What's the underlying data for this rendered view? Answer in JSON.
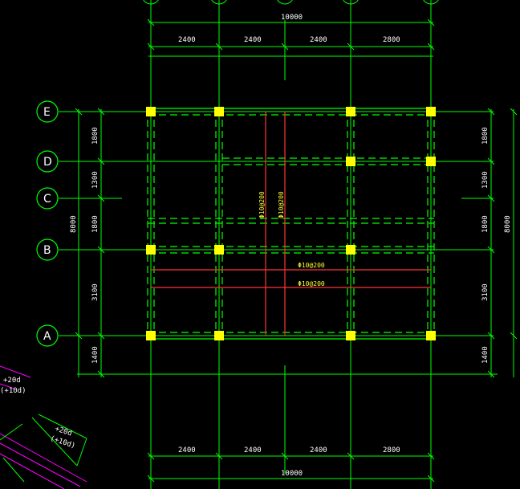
{
  "drawing": {
    "top_total_dim": "10000",
    "bottom_total_dim": "10000",
    "top_spans": [
      "2400",
      "2400",
      "2400",
      "2800"
    ],
    "bottom_spans": [
      "2400",
      "2400",
      "2400",
      "2800"
    ],
    "left_total_dim": "8000",
    "right_total_dim": "8000",
    "left_spans": [
      "1800",
      "1300",
      "1800",
      "3100",
      "1400"
    ],
    "right_spans": [
      "1800",
      "1300",
      "1800",
      "3100",
      "1400"
    ],
    "row_axes": [
      "E",
      "D",
      "C",
      "B",
      "A"
    ],
    "rebar_vertical_1": "Φ10@200",
    "rebar_vertical_2": "Φ10@200",
    "rebar_horizontal_1": "Φ10@200",
    "rebar_horizontal_2": "Φ10@200",
    "detail_label_1": "+20d",
    "detail_label_2": "(+10d)",
    "detail_label_3": "+20d",
    "detail_label_4": "(+10d)"
  },
  "colors": {
    "background": "#000000",
    "grid": "#00ff00",
    "column": "#ffff00",
    "rebar": "#ff3333",
    "text": "#ffffff",
    "detail": "#ff00ff"
  }
}
